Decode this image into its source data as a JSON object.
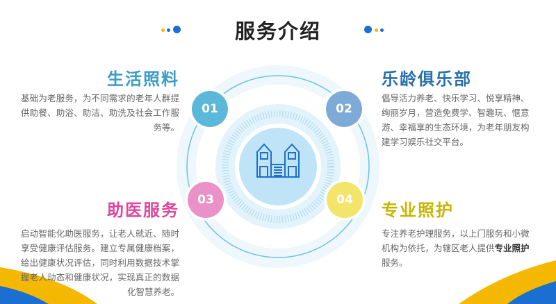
{
  "title": "服务介绍",
  "colors": {
    "blue": "#3a9cc7",
    "darkblue": "#2a6fb0",
    "pink": "#e0479e",
    "yellow": "#c9b400"
  },
  "cards": [
    {
      "num": "01",
      "heading": "生活照料",
      "text": "基础为老服务，为不同需求的老年人群提供助餐、助浴、助洁、助洗及社会工作服务等。"
    },
    {
      "num": "02",
      "heading": "乐龄俱乐部",
      "text": "倡导活力养老、快乐学习、悦享精神、绚丽岁月，营造免费学、智趣玩、惬意游、幸福享的生态环境，为老年朋友构建学习娱乐社交平台。"
    },
    {
      "num": "03",
      "heading": "助医服务",
      "text": "启动智能化助医服务，让老人就近、随时享受健康评估服务。建立专属健康档案，给出健康状况评估，同时利用数据技术掌握老人动态和健康状况，实现真正的数据化智慧养老。"
    },
    {
      "num": "04",
      "heading": "专业照护",
      "text_a": "专注养老护理服务，以上门服务和小微机构为依托，为辖区老人提供",
      "text_bold": "专业照护",
      "text_b": "服务。"
    }
  ]
}
